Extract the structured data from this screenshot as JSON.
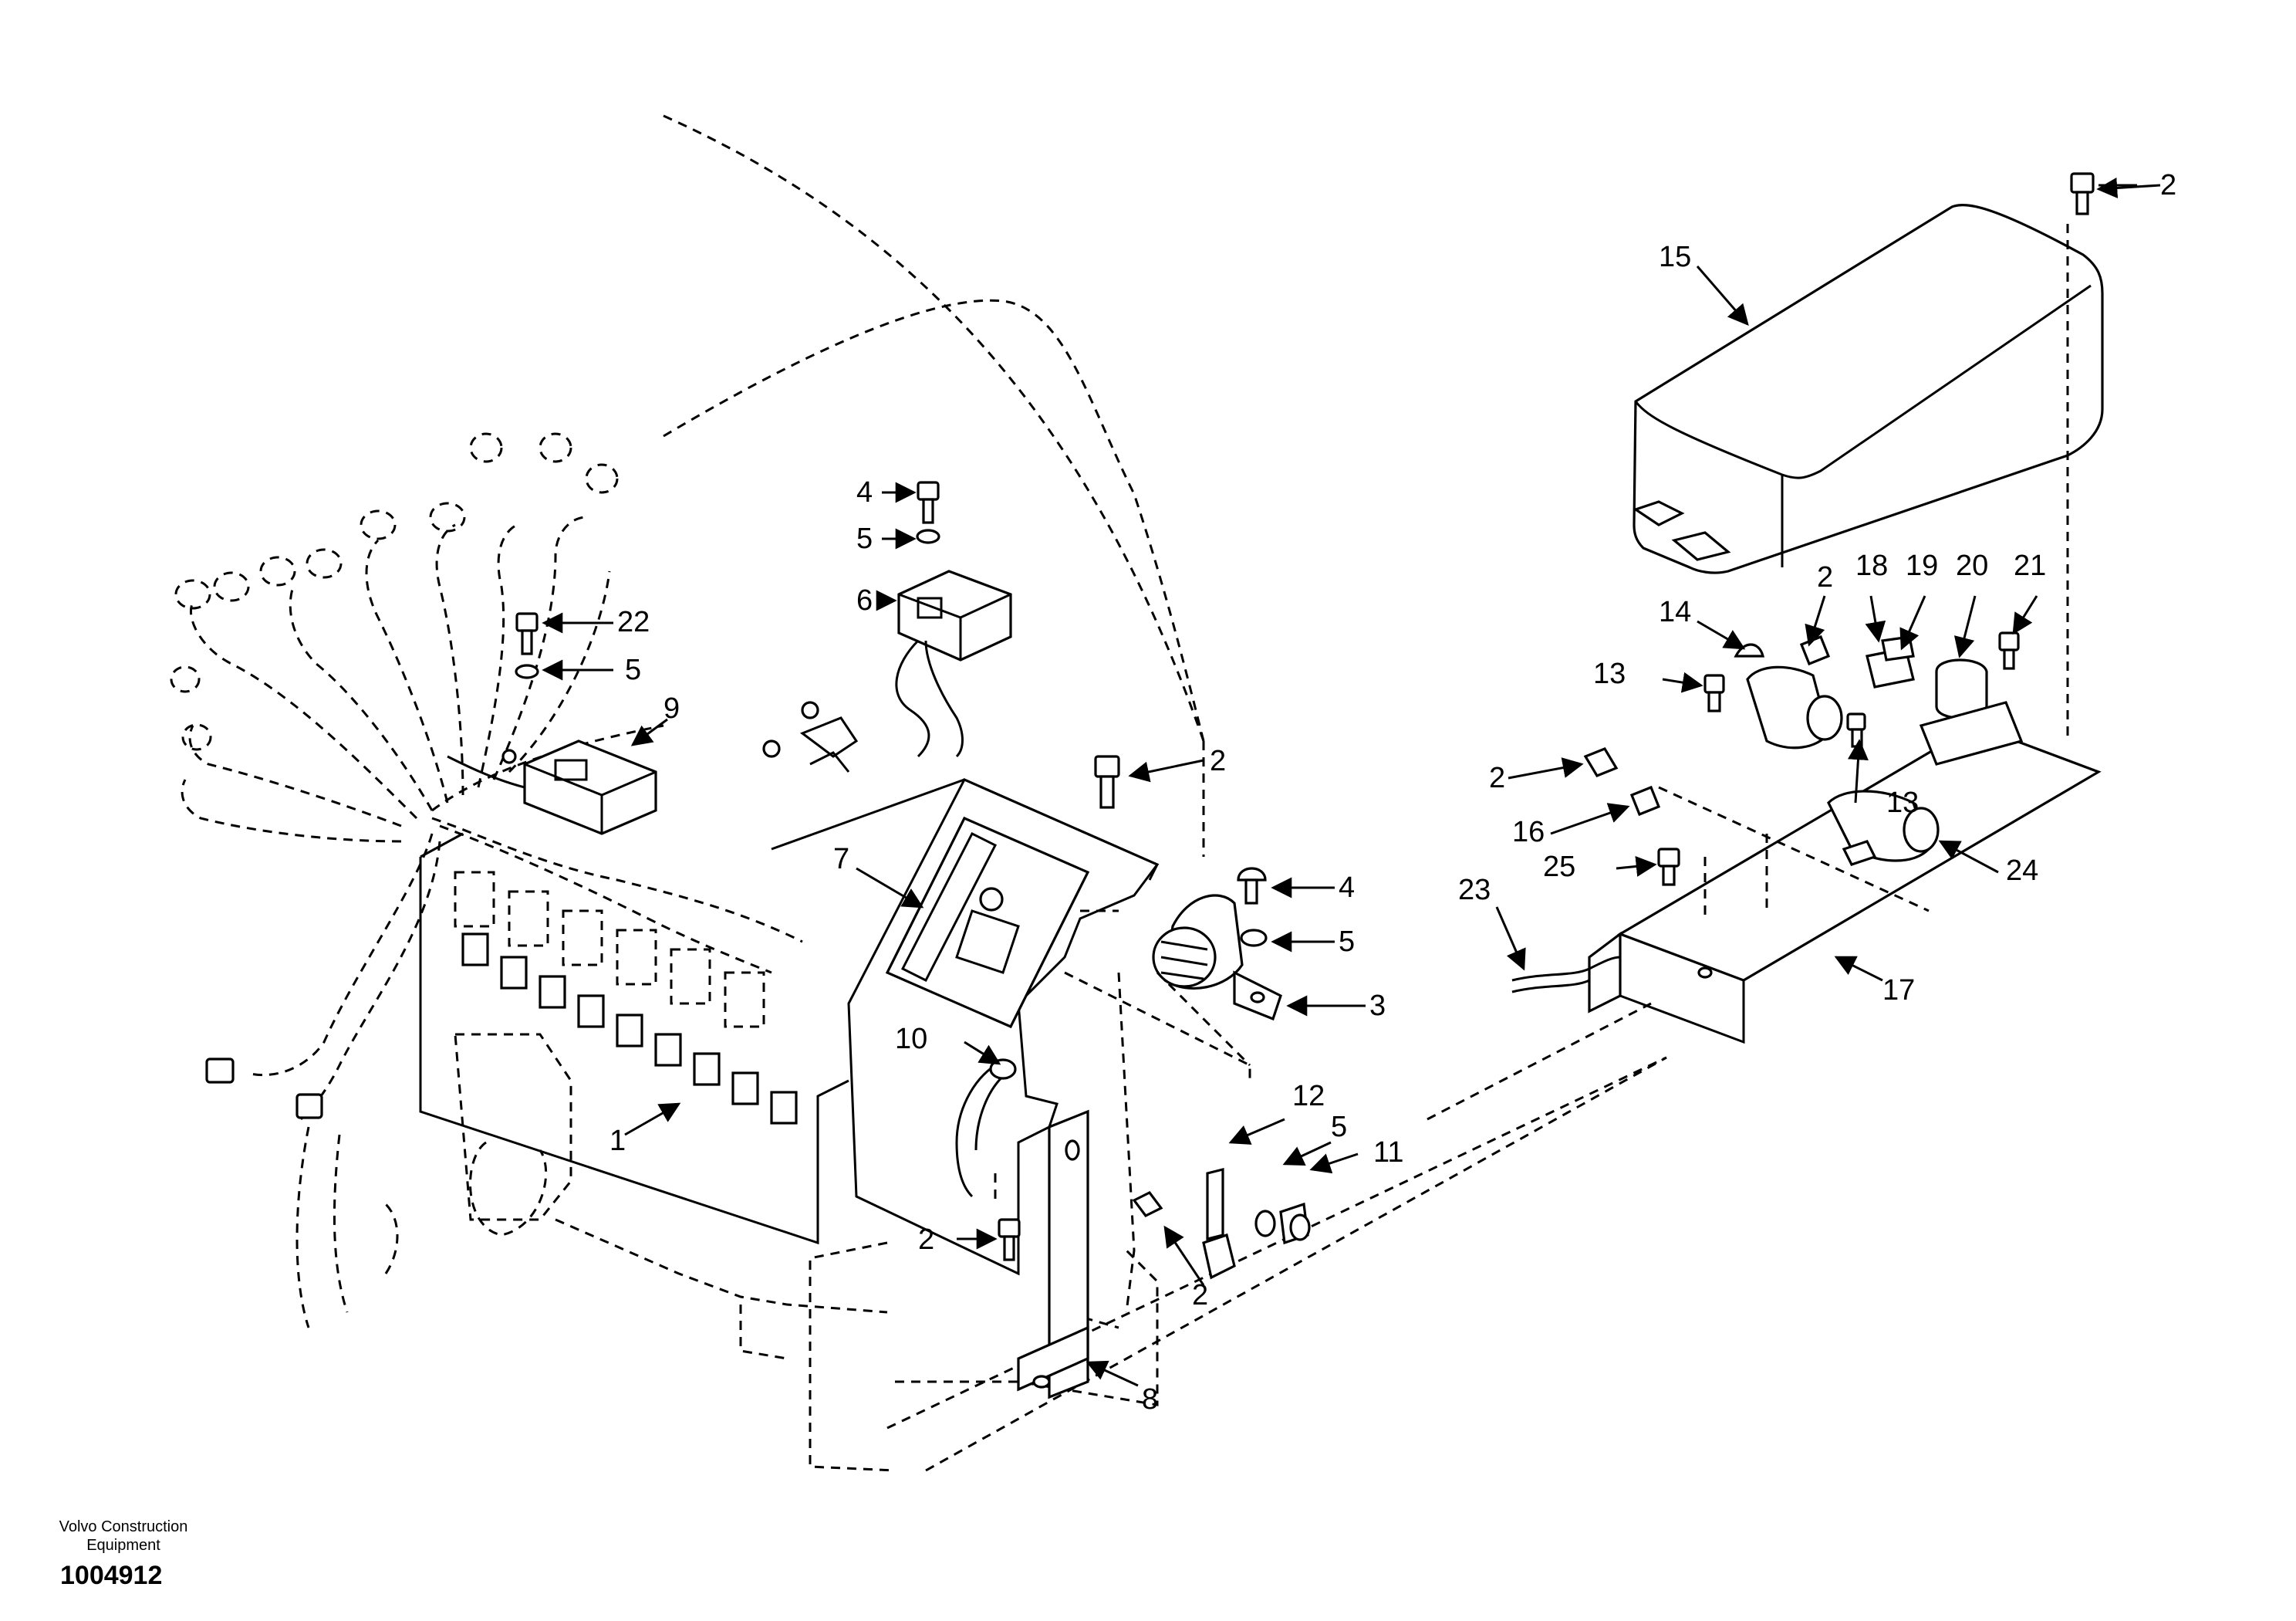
{
  "footer": {
    "brand_line1": "Volvo Construction",
    "brand_line2": "Equipment",
    "doc_number": "1004912"
  },
  "callouts": [
    {
      "id": "c1",
      "label": "1"
    },
    {
      "id": "c2a",
      "label": "2"
    },
    {
      "id": "c2b",
      "label": "2"
    },
    {
      "id": "c2c",
      "label": "2"
    },
    {
      "id": "c2d",
      "label": "2"
    },
    {
      "id": "c2e",
      "label": "2"
    },
    {
      "id": "c2f",
      "label": "2"
    },
    {
      "id": "c3",
      "label": "3"
    },
    {
      "id": "c4a",
      "label": "4"
    },
    {
      "id": "c4b",
      "label": "4"
    },
    {
      "id": "c5a",
      "label": "5"
    },
    {
      "id": "c5b",
      "label": "5"
    },
    {
      "id": "c5c",
      "label": "5"
    },
    {
      "id": "c5d",
      "label": "5"
    },
    {
      "id": "c6",
      "label": "6"
    },
    {
      "id": "c7",
      "label": "7"
    },
    {
      "id": "c8",
      "label": "8"
    },
    {
      "id": "c9",
      "label": "9"
    },
    {
      "id": "c10",
      "label": "10"
    },
    {
      "id": "c11",
      "label": "11"
    },
    {
      "id": "c12",
      "label": "12"
    },
    {
      "id": "c13a",
      "label": "13"
    },
    {
      "id": "c13b",
      "label": "13"
    },
    {
      "id": "c14",
      "label": "14"
    },
    {
      "id": "c15",
      "label": "15"
    },
    {
      "id": "c16",
      "label": "16"
    },
    {
      "id": "c17",
      "label": "17"
    },
    {
      "id": "c18",
      "label": "18"
    },
    {
      "id": "c19",
      "label": "19"
    },
    {
      "id": "c20",
      "label": "20"
    },
    {
      "id": "c21",
      "label": "21"
    },
    {
      "id": "c22",
      "label": "22"
    },
    {
      "id": "c23",
      "label": "23"
    },
    {
      "id": "c24",
      "label": "24"
    },
    {
      "id": "c25",
      "label": "25"
    }
  ]
}
